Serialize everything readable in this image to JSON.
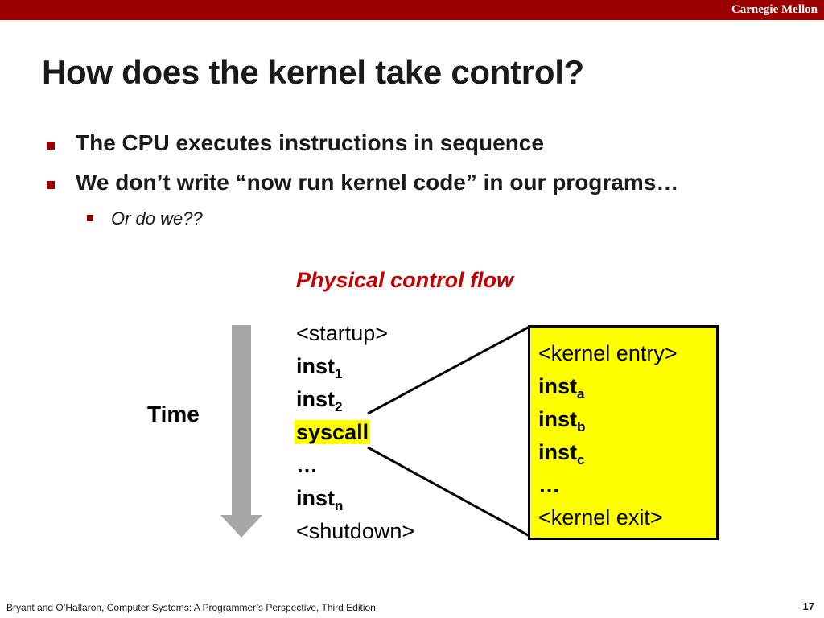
{
  "header": {
    "brand": "Carnegie Mellon",
    "bar_color": "#990000"
  },
  "slide": {
    "title": "How does the kernel take control?",
    "bullets": [
      "The CPU executes instructions in sequence",
      "We don’t write “now run kernel code” in our programs…"
    ],
    "sub_bullet": "Or do we??"
  },
  "diagram": {
    "heading": "Physical control flow",
    "time_label": "Time",
    "flow": {
      "startup": "<startup>",
      "inst1_base": "inst",
      "inst1_sub": "1",
      "inst2_base": "inst",
      "inst2_sub": "2",
      "syscall": "syscall",
      "ellipsis": "…",
      "instn_base": "inst",
      "instn_sub": "n",
      "shutdown": "<shutdown>"
    },
    "kernel": {
      "entry": "<kernel entry>",
      "insta_base": "inst",
      "insta_sub": "a",
      "instb_base": "inst",
      "instb_sub": "b",
      "instc_base": "inst",
      "instc_sub": "c",
      "ellipsis": "…",
      "exit": "<kernel exit>"
    },
    "colors": {
      "heading": "#c00000",
      "highlight": "#ffff00",
      "arrow": "#a6a6a6"
    }
  },
  "footer": {
    "citation": "Bryant and O’Hallaron, Computer Systems: A Programmer’s Perspective, Third Edition",
    "page_number": "17"
  }
}
